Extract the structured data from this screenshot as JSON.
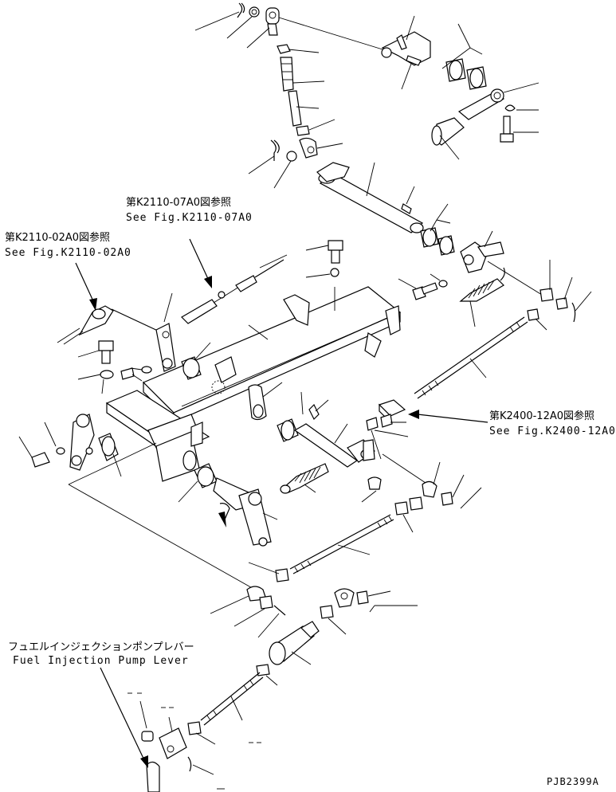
{
  "references": {
    "k2110_07a0_jp": "第K2110-07A0図参照",
    "k2110_07a0_en": "See Fig.K2110-07A0",
    "k2110_02a0_jp": "第K2110-02A0図参照",
    "k2110_02a0_en": "See Fig.K2110-02A0",
    "k2400_12a0_jp": "第K2400-12A0図参照",
    "k2400_12a0_en": "See Fig.K2400-12A0"
  },
  "fuel_lever": {
    "label_jp": "フュエルインジェクションポンプレバー",
    "label_en": "Fuel Injection Pump Lever"
  },
  "drawing_code": "PJB2399A"
}
